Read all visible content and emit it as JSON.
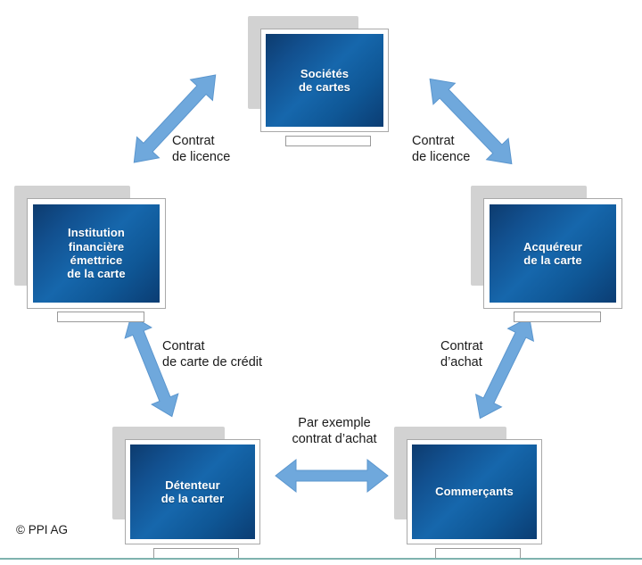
{
  "diagram": {
    "title": "Card payment four-party scheme",
    "colors": {
      "screen_dark": "#0b3d73",
      "screen_light": "#1667ac",
      "arrow": "#6fa8dc",
      "arrow_stroke": "#5b96ce",
      "backplate_grey": "#d2d2d2",
      "bezel_outline": "#a9a9a9",
      "label_text": "#1a1a1a",
      "bottom_rule": "#7fb3ae",
      "background": "#ffffff"
    },
    "nodes": [
      {
        "id": "card-companies",
        "label": "Sociétés\nde cartes"
      },
      {
        "id": "issuing-institution",
        "label": "Institution\nfinancière\némettrice\nde la carte"
      },
      {
        "id": "acquirer",
        "label": "Acquéreur\nde la carte"
      },
      {
        "id": "cardholder",
        "label": "Détenteur\nde la carter"
      },
      {
        "id": "merchants",
        "label": "Commerçants"
      }
    ],
    "edges": [
      {
        "id": "issuer-to-companies",
        "label": "Contrat\nde licence"
      },
      {
        "id": "companies-to-acquirer",
        "label": "Contrat\nde licence"
      },
      {
        "id": "cardholder-to-issuer",
        "label": "Contrat\nde carte de crédit"
      },
      {
        "id": "merchants-to-acquirer",
        "label": "Contrat\nd’achat"
      },
      {
        "id": "cardholder-to-merchants",
        "label": "Par exemple\ncontrat d’achat"
      }
    ],
    "footer": {
      "copyright": "© PPI AG"
    }
  }
}
